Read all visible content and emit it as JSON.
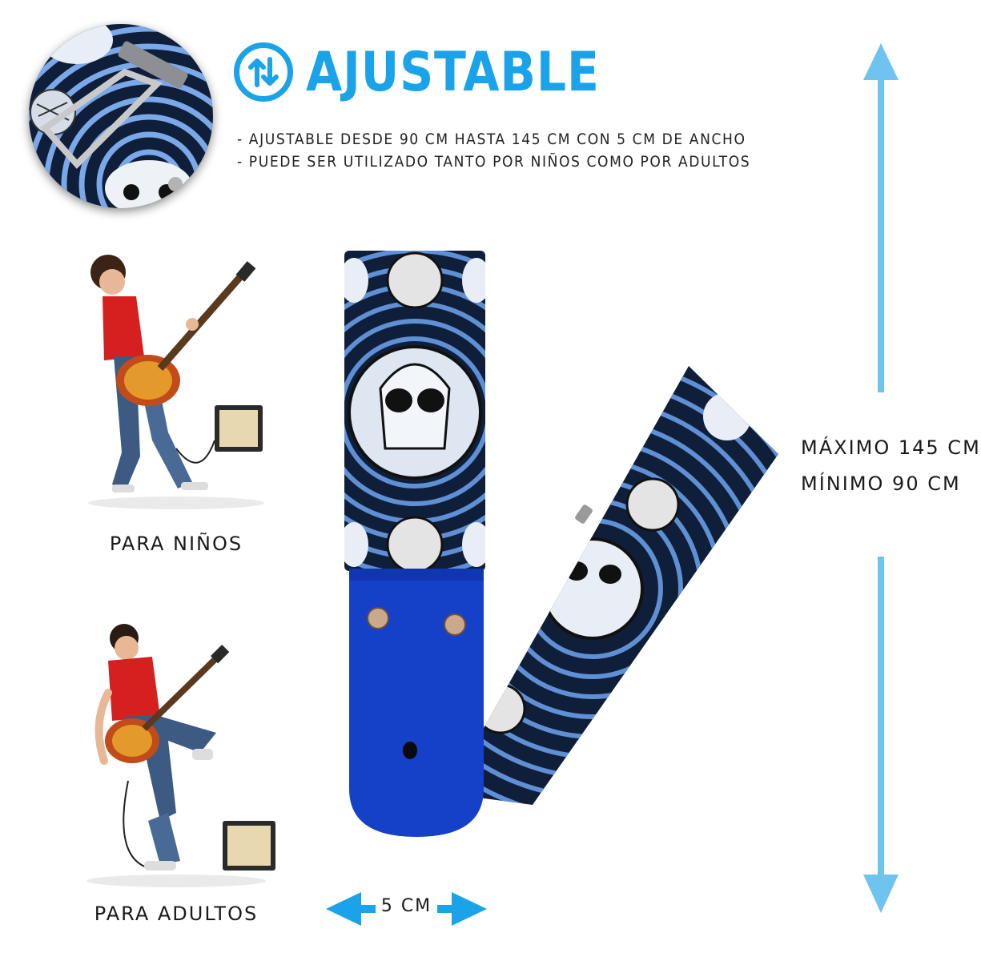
{
  "title": "AJUSTABLE",
  "bullets": [
    "- AJUSTABLE DESDE 90 CM HASTA 145 CM CON 5 CM DE ANCHO",
    "- PUEDE SER UTILIZADO TANTO POR NIÑOS COMO POR ADULTOS"
  ],
  "captions": {
    "kids": "PARA NIÑOS",
    "adults": "PARA ADULTOS"
  },
  "dimensions": {
    "max": "MÁXIMO 145 CM",
    "min": "MÍNIMO 90 CM",
    "width": "5 CM"
  },
  "icons": {
    "title": "up-down-arrows-icon",
    "height": "vertical-double-arrow-icon",
    "width": "horizontal-double-arrow-icon"
  },
  "colors": {
    "accent": "#1aa3e8",
    "arrow_light": "#6fc3ef",
    "strap_dark": "#0f1f3a",
    "strap_blue": "#5f8fd4",
    "suede_blue": "#1540c8"
  }
}
